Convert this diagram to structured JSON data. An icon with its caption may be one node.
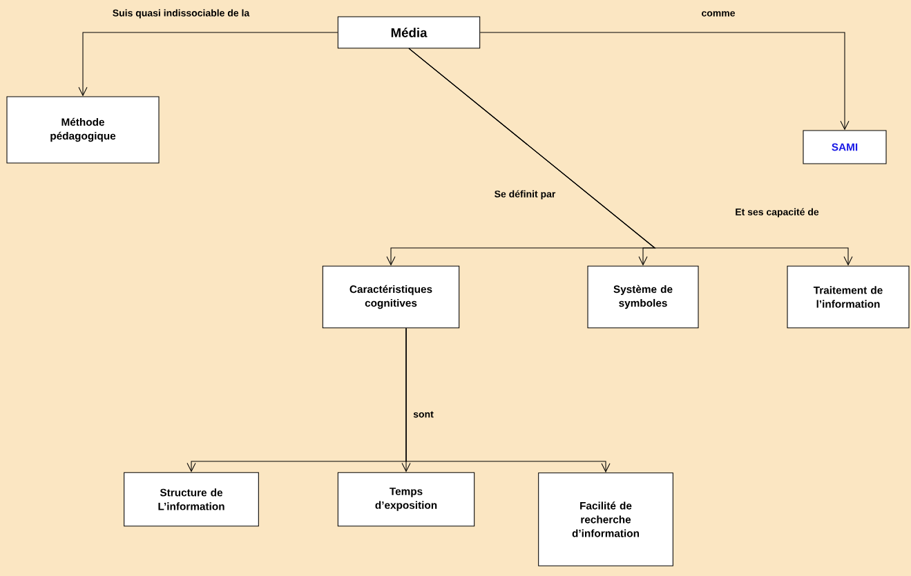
{
  "diagram": {
    "nodes": [
      {
        "text": [
          "Média"
        ]
      },
      {
        "text": [
          "Méthode pédagogique"
        ]
      },
      {
        "text": [
          "SAMI"
        ]
      },
      {
        "text": [
          "Caractéristiques cognitives"
        ]
      },
      {
        "text": [
          "Système de symboles"
        ]
      },
      {
        "text": [
          "Traitement de l’information"
        ]
      },
      {
        "text": [
          "Structure de L’information"
        ]
      },
      {
        "text": [
          "Temps d’exposition"
        ]
      },
      {
        "text": [
          "Facilité de recherche d’information"
        ]
      }
    ],
    "edges": [
      {
        "from": 0,
        "to": 1,
        "arrow": "to",
        "label": "Suis quasi indissociable de la"
      },
      {
        "from": 0,
        "to": 2,
        "arrow": "to",
        "label": "comme"
      },
      {
        "from": 0,
        "to": 3,
        "arrow": "to",
        "label": "Se définit par"
      },
      {
        "from": 0,
        "to": 4,
        "arrow": "to"
      },
      {
        "from": 0,
        "to": 5,
        "arrow": "to",
        "label": "Et ses capacité de"
      },
      {
        "from": 3,
        "to": 6,
        "arrow": "to"
      },
      {
        "from": 3,
        "to": 7,
        "arrow": "to",
        "label": "sont"
      },
      {
        "from": 3,
        "to": 8,
        "arrow": "to"
      }
    ]
  }
}
